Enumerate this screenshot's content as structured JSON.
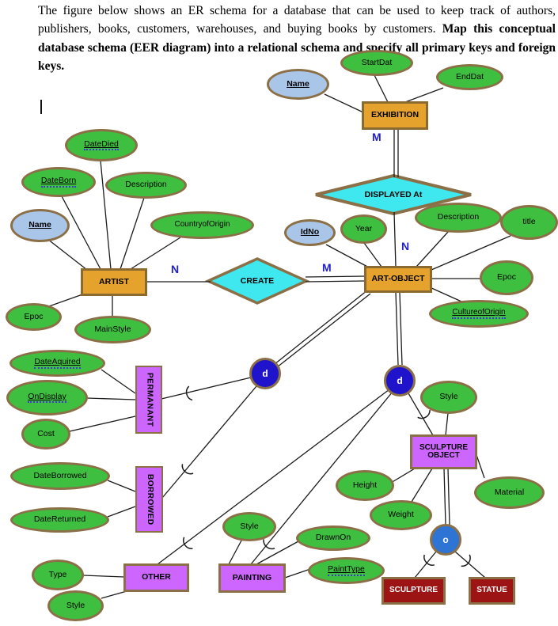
{
  "header": {
    "normal": "The figure below shows an ER schema for a database that can be used to keep track of authors, publishers, books, customers, warehouses, and buying books by customers. ",
    "bold": "Map this conceptual database schema (EER diagram) into a relational schema and specify all primary keys and foreign keys."
  },
  "nodes": {
    "exhibition": "EXHIBITION",
    "name_exhibition": "Name",
    "startdat": "StartDat",
    "enddat": "EndDat",
    "displayed_at": "DISPLAYED At",
    "artist": "ARTIST",
    "name_artist": "Name",
    "datedied": "DateDied",
    "dateborn": "DateBorn",
    "description_artist": "Description",
    "countryoforigin": "CountryofOrigin",
    "epoc_artist": "Epoc",
    "mainstyle": "MainStyle",
    "create": "CREATE",
    "art_object": "ART-OBJECT",
    "idno": "IdNo",
    "year": "Year",
    "description_art": "Description",
    "title": "title",
    "epoc_art": "Epoc",
    "cultureoforigin": "CultureofOrigin",
    "permanent": "PERMANANT",
    "dateaquired": "DateAquired",
    "ondisplay": "OnDisplay",
    "cost": "Cost",
    "borrowed": "BORROWED",
    "dateborrowed": "DateBorrowed",
    "datereturned": "DateReturned",
    "other": "OTHER",
    "type": "Type",
    "style_other": "Style",
    "painting": "PAINTING",
    "style_painting": "Style",
    "drawnon": "DrawnOn",
    "painttype": "PaintType",
    "sculpture_object_line1": "SCULPTURE",
    "sculpture_object_line2": "OBJECT",
    "style_sculpture": "Style",
    "height": "Height",
    "weight": "Weight",
    "material": "Material",
    "sculpture": "SCULPTURE",
    "statue": "STATUE",
    "d1": "d",
    "d2": "d",
    "o": "o"
  },
  "cardinalities": {
    "m_exhibition": "M",
    "n_displayed_artobject": "N",
    "n_artist": "N",
    "m_artobject": "M"
  },
  "colors": {
    "entity_fill": "#E5A32E",
    "attribute_fill": "#3FBF3F",
    "key_attribute_fill": "#A9C5E8",
    "relationship_fill": "#3FE8EE",
    "subclass_fill": "#CC66FF",
    "leaf_entity_fill": "#9C1414",
    "border_brown": "#8B6F46",
    "circle_d_fill": "#1F14CC",
    "circle_o_fill": "#2E74D4",
    "cardinality_text": "#2020CC"
  }
}
